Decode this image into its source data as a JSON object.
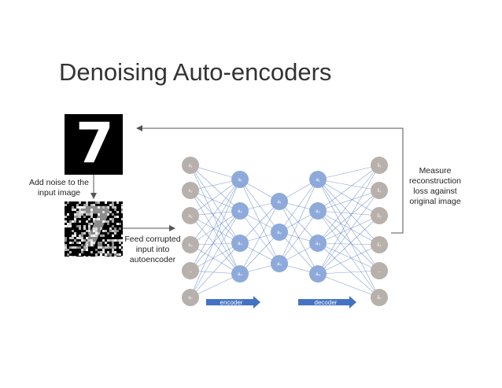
{
  "slide": {
    "title": "Denoising Auto-encoders"
  },
  "captions": {
    "add_noise": "Add noise to the input image",
    "feed": "Feed corrupted input into autoencoder",
    "measure": "Measure reconstruction loss against original image"
  },
  "images": {
    "clean_digit": "7",
    "noisy_digit": "7"
  },
  "network": {
    "input_nodes": [
      "x₁",
      "x₂",
      "x₃",
      "x₄",
      "...",
      "xₙ"
    ],
    "encoder_hidden": [
      "a₁",
      "a₂",
      "a₃",
      "a₄"
    ],
    "bottleneck": [
      "a₁",
      "a₂",
      "a₃"
    ],
    "decoder_hidden": [
      "a₁",
      "a₂",
      "a₃",
      "a₄"
    ],
    "output_nodes": [
      "x̂₁",
      "x̂₂",
      "x̂₃",
      "x̂₄",
      "...",
      "x̂ₙ"
    ],
    "encoder_label": "encoder",
    "decoder_label": "decoder"
  },
  "colors": {
    "gray_node": "#b7b0ab",
    "blue_node": "#8eaadb",
    "connection": "#5b80c8",
    "arrow": "#4472c4",
    "flow_line": "#666666"
  }
}
